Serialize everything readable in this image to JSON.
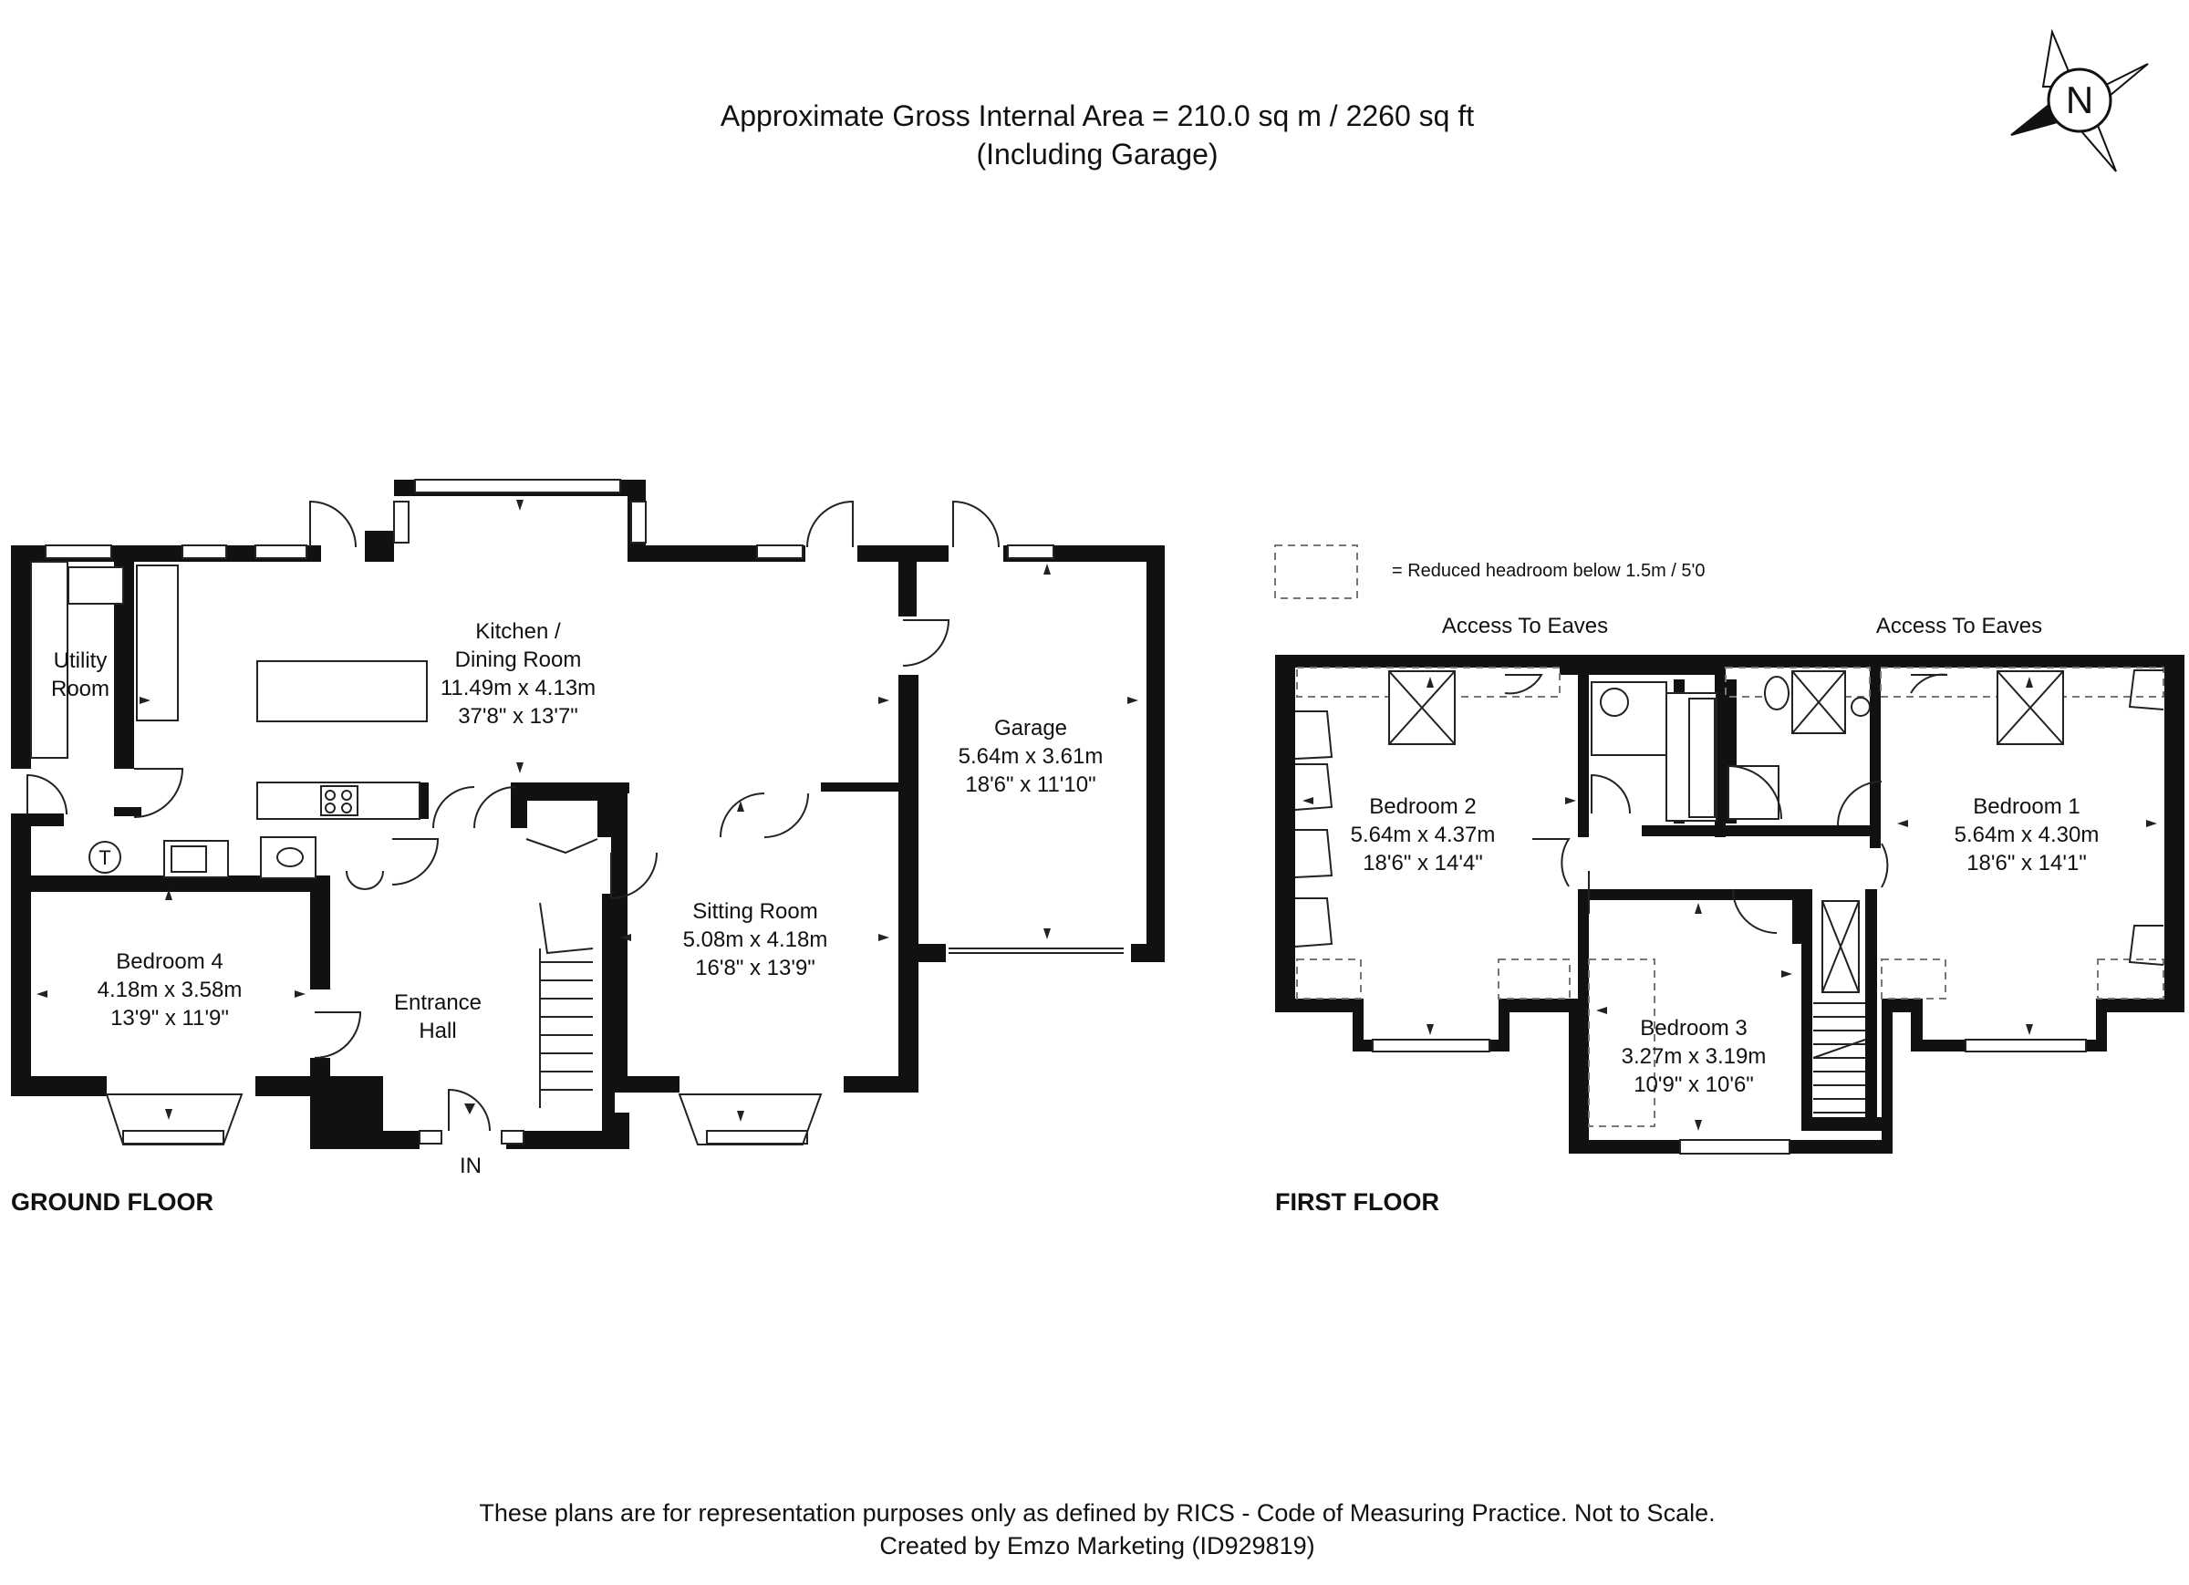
{
  "header": {
    "area_line": "Approximate Gross Internal Area = 210.0 sq m / 2260 sq ft",
    "garage_note": "(Including Garage)"
  },
  "compass": {
    "letter": "N",
    "icon": "north-compass-icon"
  },
  "legend": {
    "text": "= Reduced headroom below 1.5m / 5'0"
  },
  "ground_floor": {
    "label": "GROUND FLOOR",
    "entrance_label": "IN",
    "tank_label": "T",
    "rooms": {
      "utility": {
        "name1": "Utility",
        "name2": "Room"
      },
      "kitchen": {
        "name1": "Kitchen /",
        "name2": "Dining Room",
        "metric": "11.49m x 4.13m",
        "imperial": "37'8\" x 13'7\""
      },
      "garage": {
        "name": "Garage",
        "metric": "5.64m x 3.61m",
        "imperial": "18'6\" x 11'10\""
      },
      "sitting": {
        "name": "Sitting Room",
        "metric": "5.08m x 4.18m",
        "imperial": "16'8\" x 13'9\""
      },
      "bedroom4": {
        "name": "Bedroom 4",
        "metric": "4.18m x 3.58m",
        "imperial": "13'9\" x 11'9\""
      },
      "hall": {
        "name1": "Entrance",
        "name2": "Hall"
      }
    }
  },
  "first_floor": {
    "label": "FIRST FLOOR",
    "eaves_left": "Access To Eaves",
    "eaves_right": "Access To Eaves",
    "rooms": {
      "bedroom2": {
        "name": "Bedroom 2",
        "metric": "5.64m x 4.37m",
        "imperial": "18'6\" x 14'4\""
      },
      "bedroom1": {
        "name": "Bedroom 1",
        "metric": "5.64m x 4.30m",
        "imperial": "18'6\" x 14'1\""
      },
      "bedroom3": {
        "name": "Bedroom 3",
        "metric": "3.27m x 3.19m",
        "imperial": "10'9\" x 10'6\""
      }
    }
  },
  "footer": {
    "disclaimer": "These plans are for representation purposes only as defined by RICS - Code of Measuring Practice. Not to Scale.",
    "credit": "Created by Emzo Marketing (ID929819)"
  }
}
